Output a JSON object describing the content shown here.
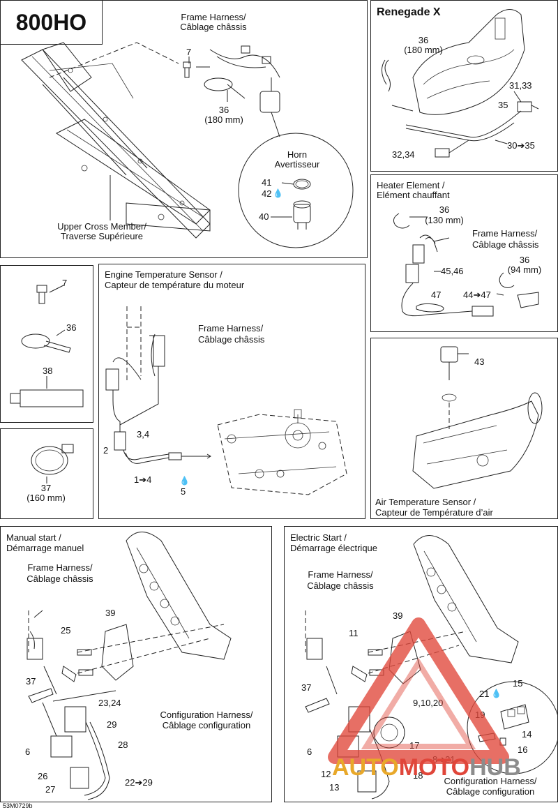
{
  "model_badge": "800HO",
  "footer_code": "53M0729b",
  "watermark": {
    "auto": "AUTO",
    "moto": "MOTO",
    "hub": "HUB",
    "color_red": "#e0463a",
    "color_gold": "#e8a82a",
    "color_gray": "#8c8c8c"
  },
  "frame": {
    "harness_en": "Frame Harness/",
    "harness_fr": "Câblage châssis",
    "n7": "7",
    "n36": "36",
    "n36_len": "(180 mm)",
    "horn_en": "Horn",
    "horn_fr": "Avertisseur",
    "n41": "41",
    "n42": "42",
    "n40": "40",
    "member_en": "Upper Cross Member/",
    "member_fr": "Traverse Supérieure"
  },
  "renegade": {
    "title": "Renegade X",
    "n36": "36",
    "n36_len": "(180 mm)",
    "n3133": "31,33",
    "n35": "35",
    "n3034": "32,34",
    "n3035": "30➔35"
  },
  "heater": {
    "title_en": "Heater Element /",
    "title_fr": "Elément chauffant",
    "n36a": "36",
    "n36a_len": "(130 mm)",
    "harness_en": "Frame Harness/",
    "harness_fr": "Câblage châssis",
    "n4546": "45,46",
    "n36b": "36",
    "n36b_len": "(94 mm)",
    "n47": "47",
    "n4447": "44➔47"
  },
  "parts": {
    "n7": "7",
    "n36": "36",
    "n38": "38",
    "n37": "37",
    "n37_len": "(160 mm)"
  },
  "engine_sensor": {
    "title_en": "Engine Temperature Sensor /",
    "title_fr": "Capteur de température du moteur",
    "harness_en": "Frame Harness/",
    "harness_fr": "Câblage châssis",
    "n2": "2",
    "n34": "3,4",
    "n14": "1➔4",
    "n5": "5"
  },
  "air_sensor": {
    "n43": "43",
    "title_en": "Air Temperature Sensor /",
    "title_fr": "Capteur de Température d’air"
  },
  "manual_start": {
    "title_en": "Manual start /",
    "title_fr": "Démarrage manuel",
    "harness_en": "Frame Harness/",
    "harness_fr": "Câblage châssis",
    "n39": "39",
    "n25": "25",
    "n37": "37",
    "n2324": "23,24",
    "n29": "29",
    "n6": "6",
    "n28": "28",
    "n26": "26",
    "n27": "27",
    "n2229": "22➔29",
    "config_en": "Configuration Harness/",
    "config_fr": "Câblage configuration"
  },
  "electric_start": {
    "title_en": "Electric Start /",
    "title_fr": "Démarrage électrique",
    "harness_en": "Frame Harness/",
    "harness_fr": "Câblage châssis",
    "n39": "39",
    "n11": "11",
    "n37": "37",
    "n91020": "9,10,20",
    "n21": "21",
    "n15": "15",
    "n19": "19",
    "n14": "14",
    "n16": "16",
    "n6": "6",
    "n17": "17",
    "n821": "8➔21",
    "n12": "12",
    "n18": "18",
    "n13": "13",
    "config_en": "Configuration Harness/",
    "config_fr": "Câblage configuration"
  }
}
